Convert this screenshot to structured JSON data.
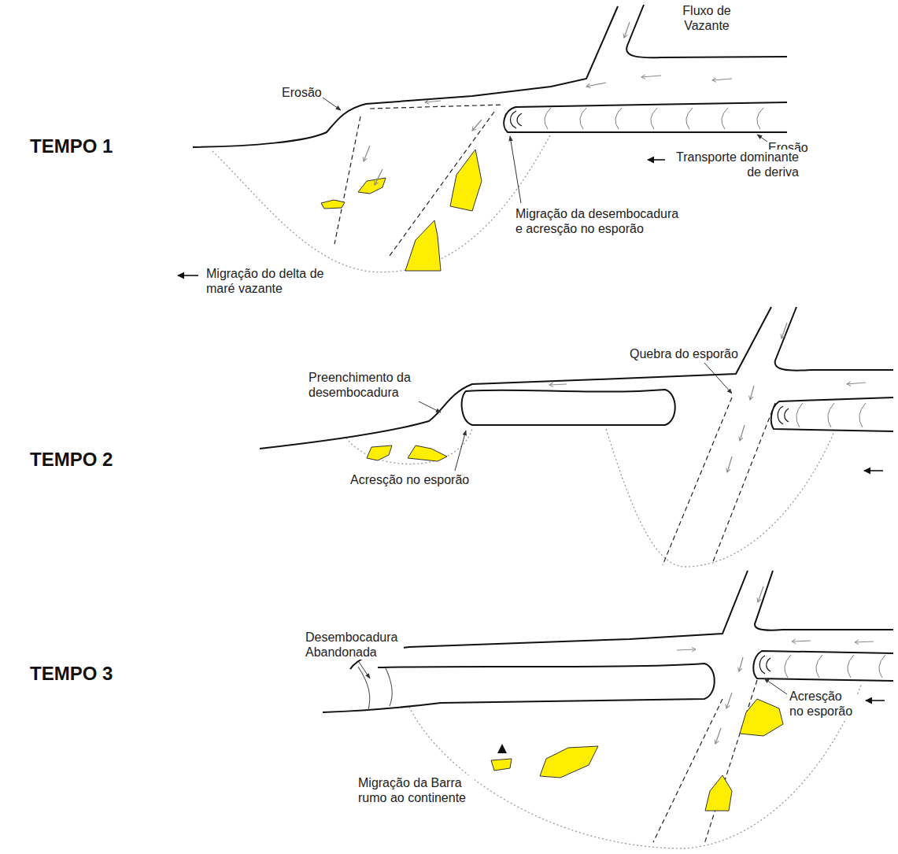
{
  "diagram": {
    "labels": [
      "Fluxo de Vazante",
      "TEMPO 1",
      "Erosão",
      "Erosão",
      "Transporte dominante de deriva",
      "Migração da desembocadura e acresção no esporão",
      "Migração do delta de maré vazante",
      "TEMPO 2",
      "Quebra do esporão",
      "Preenchimento da desembocadura",
      "Acresção no esporão",
      "TEMPO 3",
      "Desembocadura Abandonada",
      "Migração da Barra rumo ao continente",
      "Acresção no esporão"
    ]
  }
}
